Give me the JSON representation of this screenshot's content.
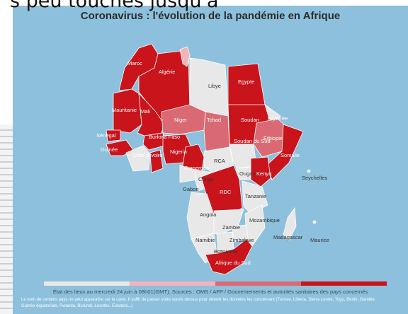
{
  "overlay_text": "s peu touchés jusqu'à",
  "map": {
    "title": "Coronavirus : l'évolution de la pandémie en Afrique",
    "colors": {
      "ocean": "#8dc0dc",
      "none": "#e8e8e8",
      "low": "#f2b3bb",
      "medium": "#d96a73",
      "high": "#c9141c"
    },
    "legend_segments": [
      "#e8e8e8",
      "#f2b3bb",
      "#d96a73",
      "#c9141c"
    ],
    "country_labels": {
      "maroc": "Maroc",
      "algerie": "Algérie",
      "libye": "Libye",
      "egypte": "Egypte",
      "mauritanie": "Mauritanie",
      "mali": "Mali",
      "niger": "Niger",
      "tchad": "Tchad",
      "soudan": "Soudan",
      "erythree": "Erythrée",
      "senegal": "Sénégal",
      "burkina": "Burkina Faso",
      "guinee": "Guinée",
      "cote_ivoire": "Côte d'ivoire",
      "nigeria": "Nigeria",
      "ethiopie": "Ethiopie",
      "somalie": "Somalie",
      "cameroun": "Cameroun",
      "rca": "RCA",
      "soudan_sud": "Soudan du Sud",
      "ouganda": "Ouganda",
      "kenya": "Kenya",
      "congo": "Congo",
      "gabon": "Gabon",
      "rdc": "RDC",
      "tanzanie": "Tanzanie",
      "seychelles": "Seychelles",
      "angola": "Angola",
      "mozambique": "Mozambique",
      "zambie": "Zambie",
      "namibie": "Namibie",
      "zimbabwe": "Zimbabwe",
      "madagascar": "Madagascar",
      "maurice": "Maurice",
      "botswana": "Botswana",
      "afrique_sud": "Afrique du Sud"
    },
    "source": "État des lieux au mercredi 24 juin à 08h01(GMT). Sources : OMS / AFP / Gouvernements et autorités sanitaires des pays concernés",
    "note": "Le nom de certains pays ne peut apparaître sur la carte. Il suffit de passer votre souris dessus pour obtenir les données les concernant (Tunisie, Liberia, Sierra Leone, Togo, Bénin, Gambie, Guinée équatoriale, Rwanda, Burundi, Lesotho, Eswatini...)"
  }
}
